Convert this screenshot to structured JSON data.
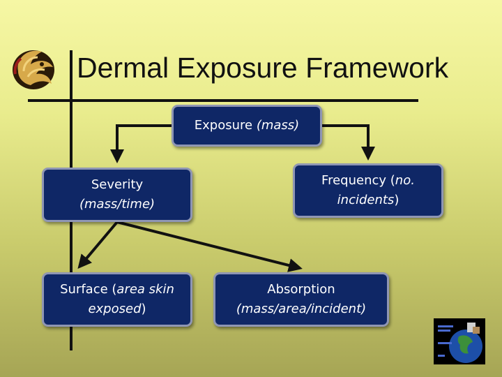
{
  "slide": {
    "title": "Dermal Exposure Framework"
  },
  "boxes": {
    "exposure": {
      "text": "Exposure",
      "italic": "(mass)"
    },
    "severity": {
      "line1": "Severity",
      "line2_italic": "(mass/time)"
    },
    "frequency": {
      "text": "Frequency (",
      "italic": "no. incidents",
      "end": ")"
    },
    "surface": {
      "text": "Surface (",
      "italic": "area skin exposed",
      "end": ")"
    },
    "absorption": {
      "line1": "Absorption",
      "line2_italic": "(mass/area/incident)"
    }
  },
  "colors": {
    "box_fill": "#0f2766",
    "box_border": "#8f96b4",
    "text_on_box": "#ffffff",
    "line": "#111111"
  },
  "icons": {
    "logo": "pegasus-logo-icon",
    "thumbnail": "earth-globe-icon"
  }
}
